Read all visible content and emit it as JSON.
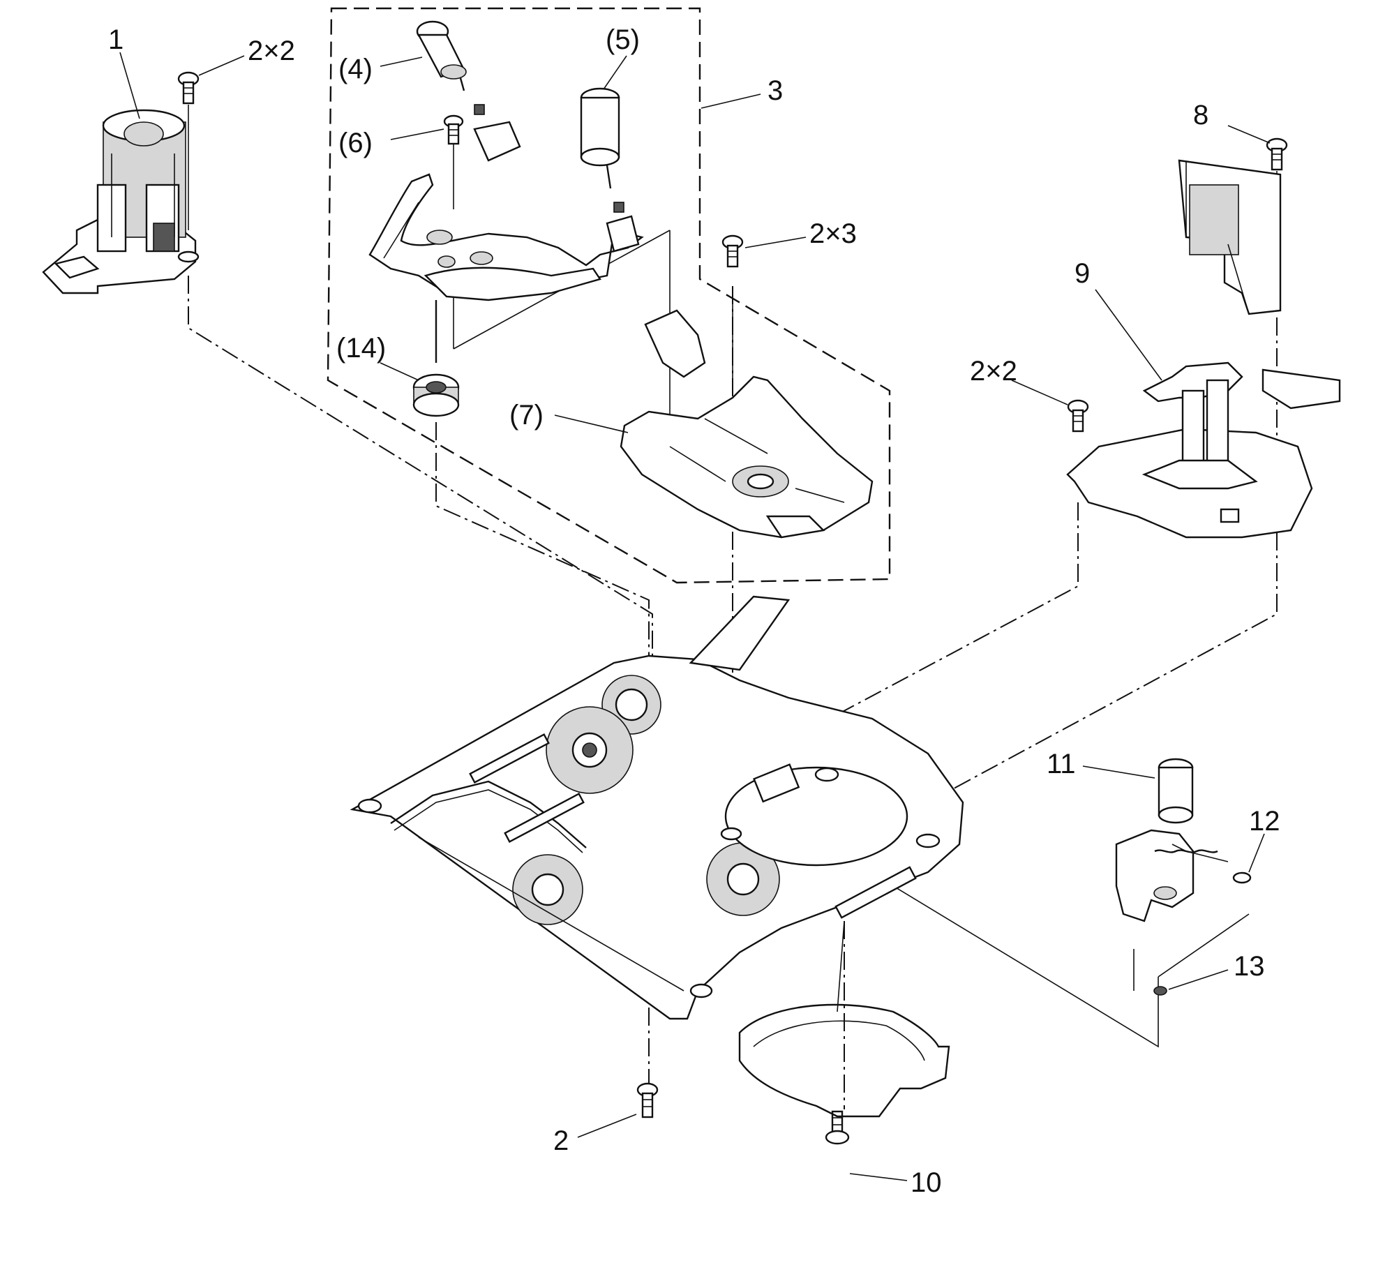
{
  "labels": {
    "l1": "1",
    "l2x2_top": "2×2",
    "l3": "3",
    "l4": "(4)",
    "l5": "(5)",
    "l6": "(6)",
    "l7": "(7)",
    "l14": "(14)",
    "l2x3": "2×3",
    "l8": "8",
    "l9": "9",
    "l2x2_right": "2×2",
    "l11": "11",
    "l12": "12",
    "l13": "13",
    "l2": "2",
    "l10": "10"
  }
}
